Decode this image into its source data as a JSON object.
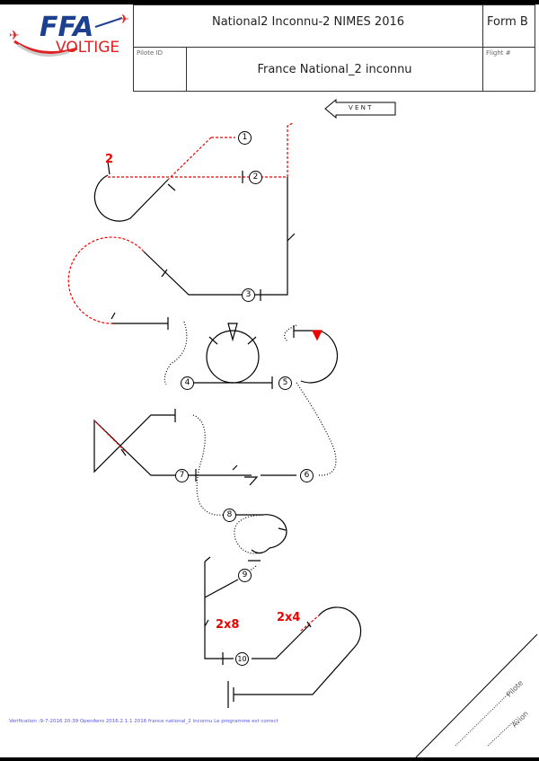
{
  "header": {
    "logo_text_top": "FFA",
    "logo_text_bottom": "VOLTIGE",
    "title": "National2 Inconnu-2 NIMES 2016",
    "form": "Form B",
    "pilot_id_label": "Pilote ID",
    "subtitle": "France National_2 inconnu",
    "flight_label": "Flight #"
  },
  "wind": {
    "label": "V E N T"
  },
  "figures": {
    "numbers": [
      "1",
      "2",
      "3",
      "4",
      "5",
      "6",
      "7",
      "8",
      "9",
      "10"
    ],
    "red_labels": [
      "2",
      "2x8",
      "2x4"
    ]
  },
  "footer": {
    "verification": "Vérification :9-7-2016 20:39 OpenAero 2016.2.1.1 2016 france national_2 inconnu Le programme est correct",
    "pilote": "Pilote",
    "avion": "Avion"
  },
  "colors": {
    "red": "#e00000",
    "blue_text": "#5555ee",
    "logo_blue": "#1d3f8f"
  }
}
